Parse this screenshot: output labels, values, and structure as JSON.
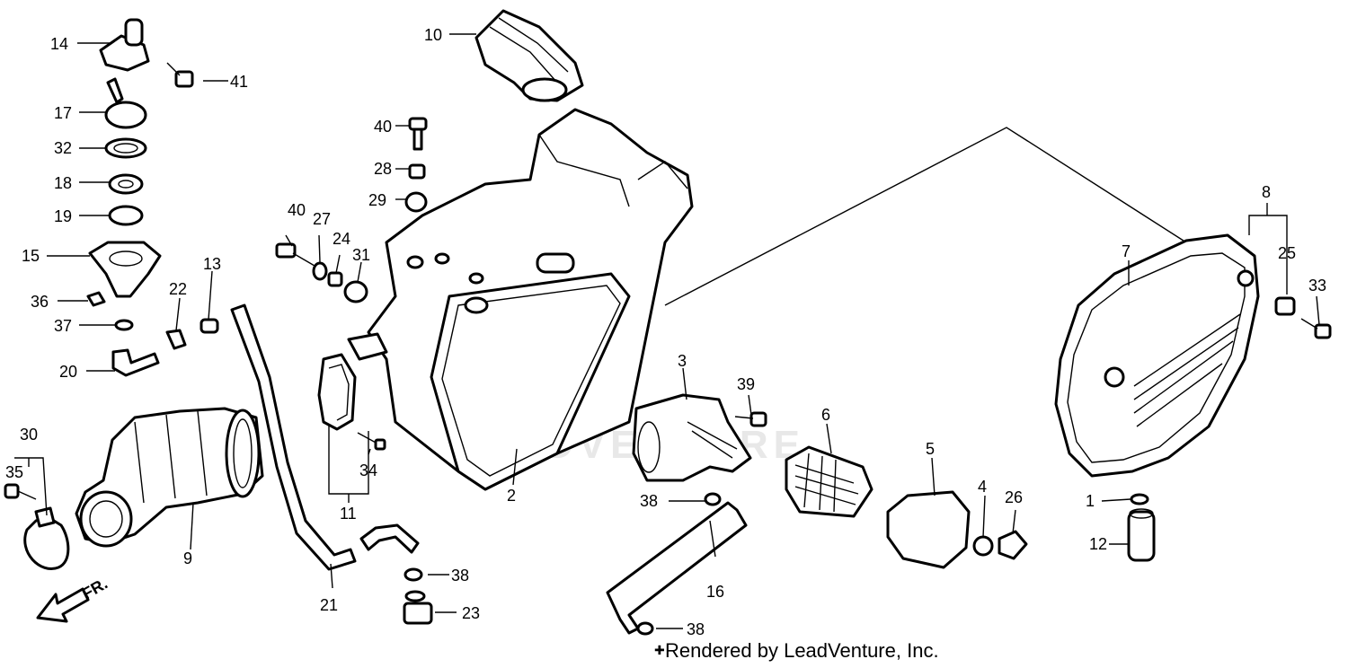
{
  "watermark": "LEADVENTURE",
  "credit": "Rendered by LeadVenture, Inc.",
  "direction_label": "FR.",
  "callouts": [
    "1",
    "2",
    "3",
    "4",
    "5",
    "6",
    "7",
    "8",
    "9",
    "10",
    "11",
    "12",
    "13",
    "14",
    "15",
    "16",
    "17",
    "18",
    "19",
    "20",
    "21",
    "22",
    "23",
    "24",
    "25",
    "26",
    "27",
    "28",
    "29",
    "30",
    "31",
    "32",
    "33",
    "34",
    "35",
    "36",
    "37",
    "38",
    "39",
    "40",
    "41"
  ]
}
